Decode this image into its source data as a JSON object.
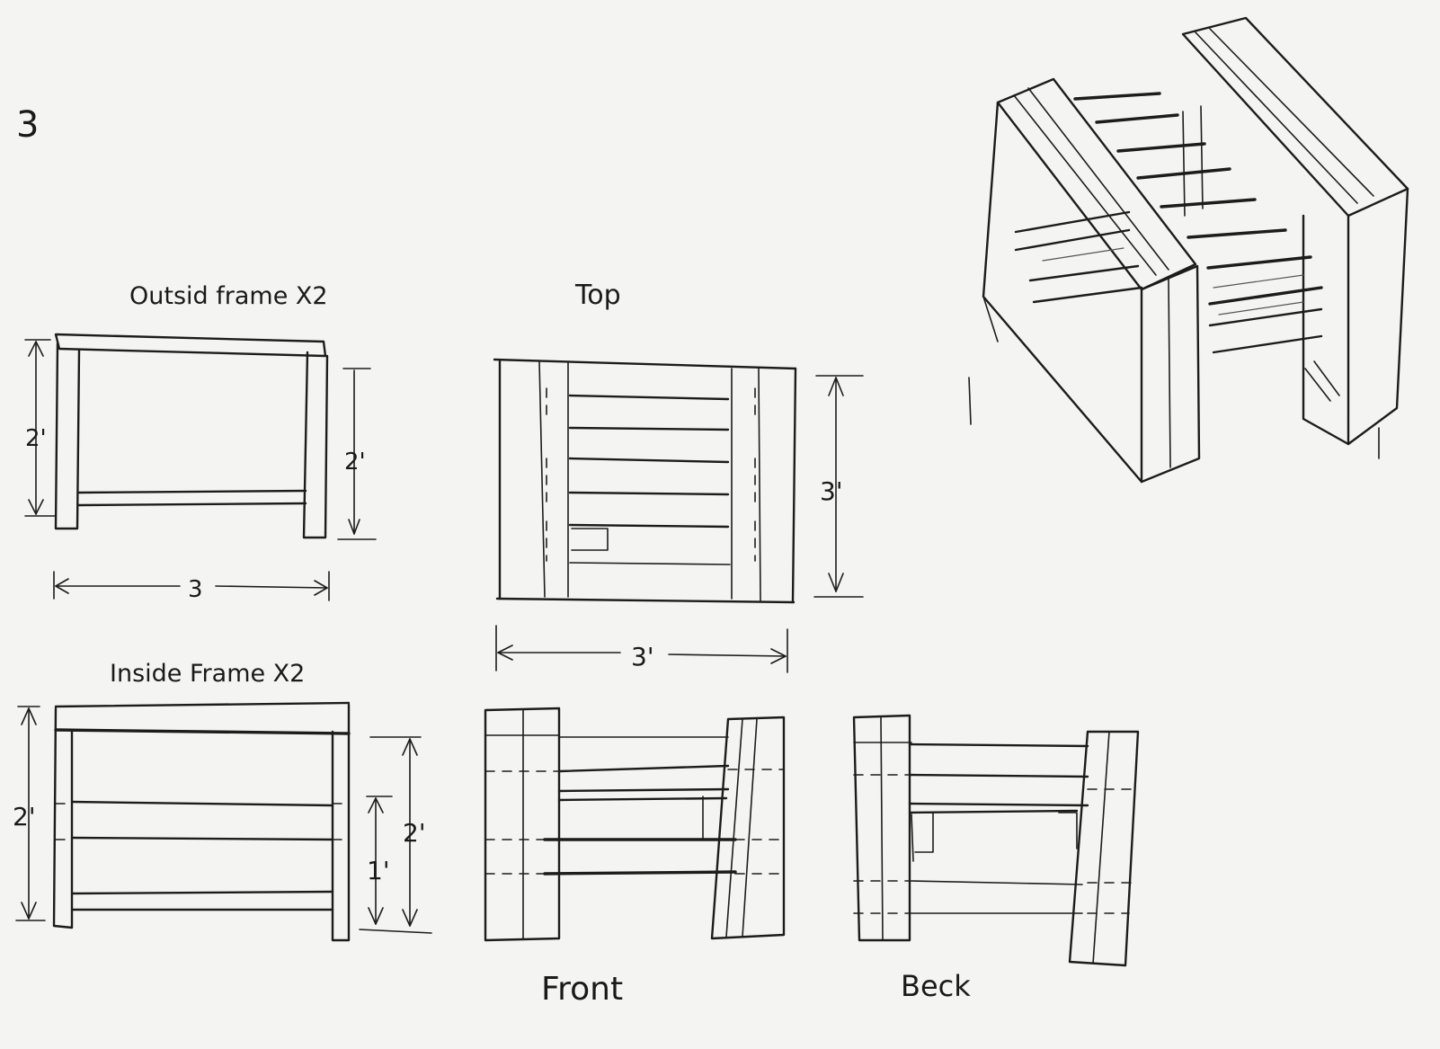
{
  "page_number": "3",
  "views": {
    "outside_frame": {
      "title": "Outsid frame X2",
      "height_left": "2'",
      "height_right": "2'",
      "width": "3"
    },
    "top": {
      "title": "Top",
      "depth": "3'",
      "width": "3'"
    },
    "inside_frame": {
      "title": "Inside Frame X2",
      "height_left": "2'",
      "mid_height": "1'",
      "height_right": "2'"
    },
    "front": {
      "caption": "Front"
    },
    "back": {
      "caption": "Beck"
    },
    "perspective": {
      "caption": ""
    }
  }
}
